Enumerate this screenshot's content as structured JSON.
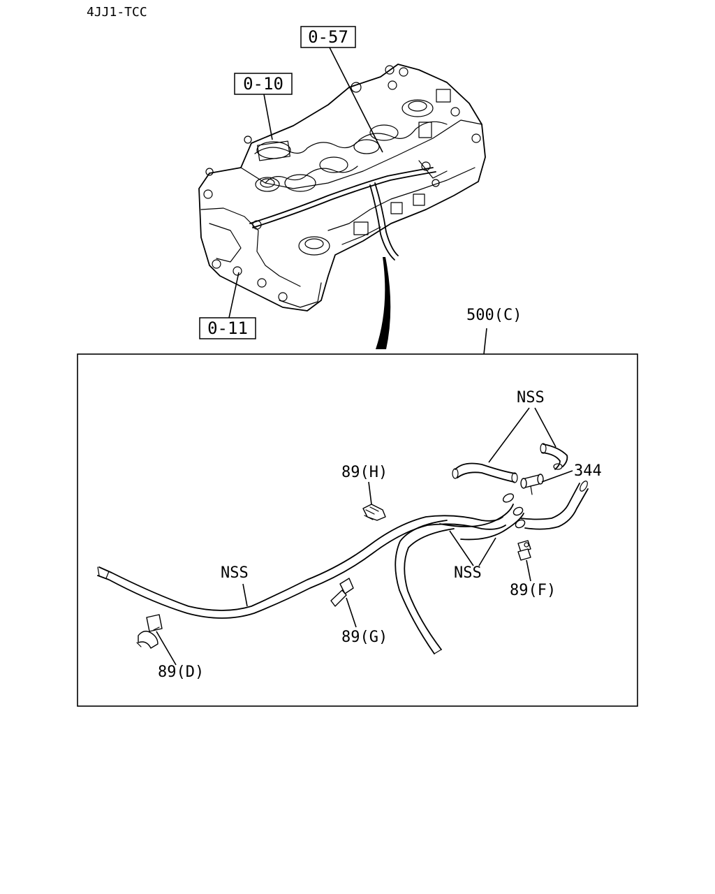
{
  "header": {
    "engine_code": "4JJ1-TCC"
  },
  "references": {
    "ref_0_57": "0-57",
    "ref_0_10": "0-10",
    "ref_0_11": "0-11"
  },
  "assembly": {
    "callout": "500(C)"
  },
  "parts": {
    "nss_top": "NSS",
    "part_344": "344",
    "clip_h": "89(H)",
    "nss_left": "NSS",
    "nss_right": "NSS",
    "clip_f": "89(F)",
    "clip_g": "89(G)",
    "clip_d": "89(D)"
  }
}
